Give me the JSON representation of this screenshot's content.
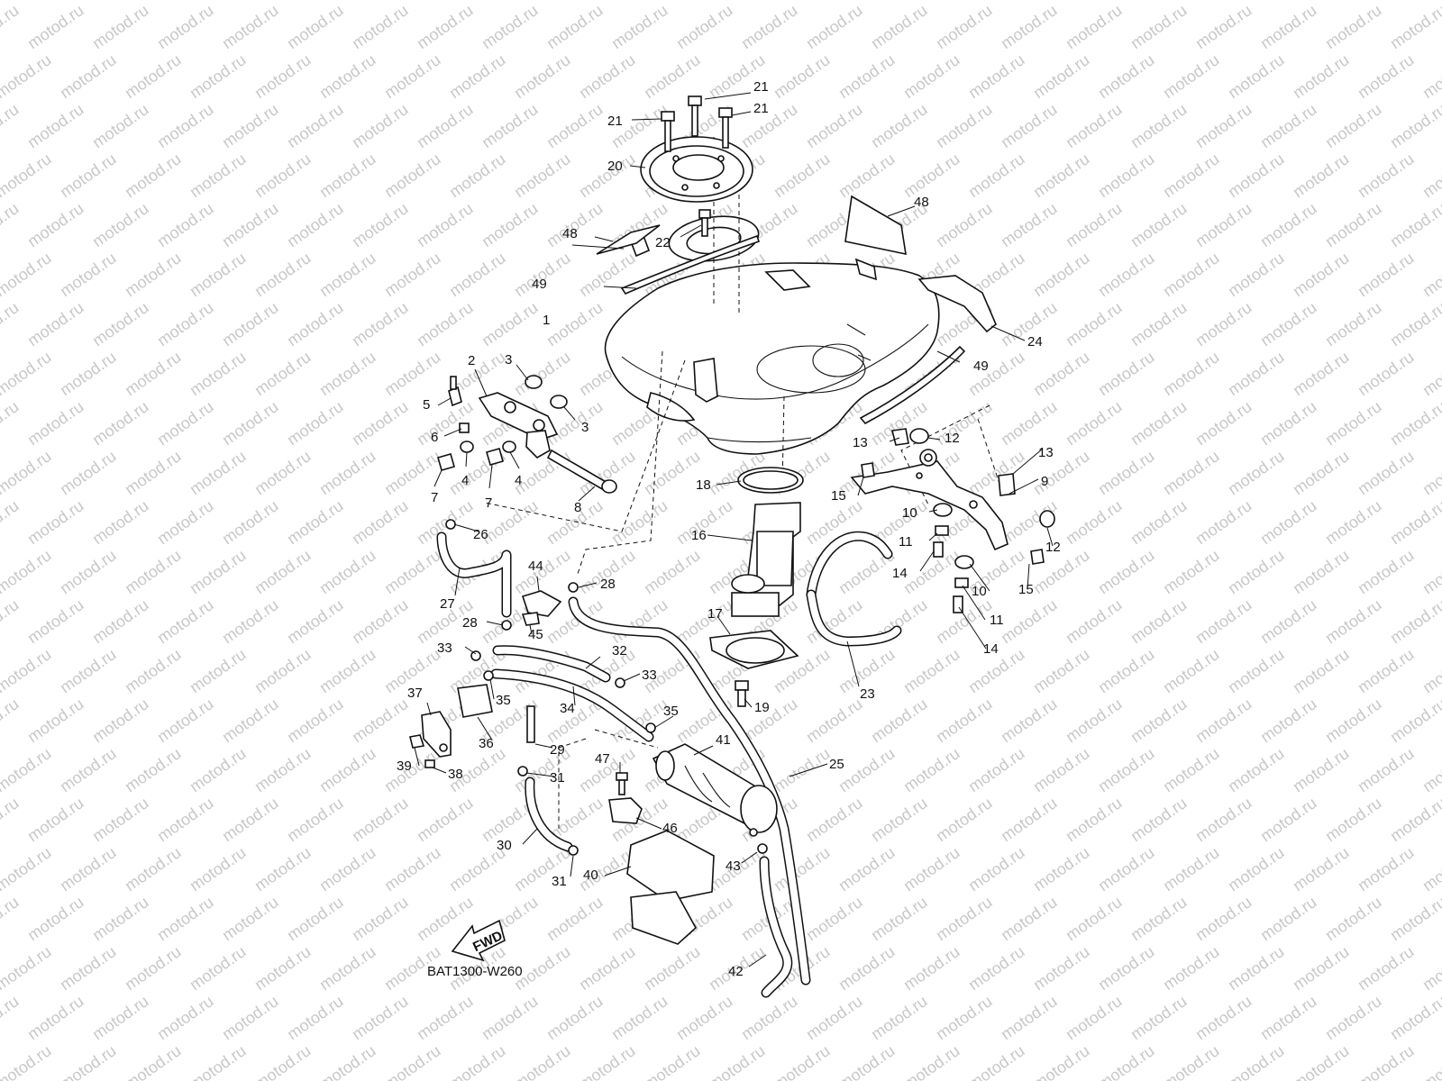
{
  "watermark": "motod.ru",
  "diagram_code": "BAT1300-W260",
  "fwd_label": "FWD",
  "callouts": [
    {
      "id": "c1",
      "label": "1"
    },
    {
      "id": "c2",
      "label": "2"
    },
    {
      "id": "c3a",
      "label": "3"
    },
    {
      "id": "c3b",
      "label": "3"
    },
    {
      "id": "c4a",
      "label": "4"
    },
    {
      "id": "c4b",
      "label": "4"
    },
    {
      "id": "c5",
      "label": "5"
    },
    {
      "id": "c6",
      "label": "6"
    },
    {
      "id": "c7a",
      "label": "7"
    },
    {
      "id": "c7b",
      "label": "7"
    },
    {
      "id": "c8",
      "label": "8"
    },
    {
      "id": "c9",
      "label": "9"
    },
    {
      "id": "c10a",
      "label": "10"
    },
    {
      "id": "c10b",
      "label": "10"
    },
    {
      "id": "c11a",
      "label": "11"
    },
    {
      "id": "c11b",
      "label": "11"
    },
    {
      "id": "c12a",
      "label": "12"
    },
    {
      "id": "c12b",
      "label": "12"
    },
    {
      "id": "c13a",
      "label": "13"
    },
    {
      "id": "c13b",
      "label": "13"
    },
    {
      "id": "c14a",
      "label": "14"
    },
    {
      "id": "c14b",
      "label": "14"
    },
    {
      "id": "c15a",
      "label": "15"
    },
    {
      "id": "c15b",
      "label": "15"
    },
    {
      "id": "c16",
      "label": "16"
    },
    {
      "id": "c17",
      "label": "17"
    },
    {
      "id": "c18",
      "label": "18"
    },
    {
      "id": "c19",
      "label": "19"
    },
    {
      "id": "c20",
      "label": "20"
    },
    {
      "id": "c21a",
      "label": "21"
    },
    {
      "id": "c21b",
      "label": "21"
    },
    {
      "id": "c21c",
      "label": "21"
    },
    {
      "id": "c22",
      "label": "22"
    },
    {
      "id": "c23",
      "label": "23"
    },
    {
      "id": "c24",
      "label": "24"
    },
    {
      "id": "c25",
      "label": "25"
    },
    {
      "id": "c26",
      "label": "26"
    },
    {
      "id": "c27",
      "label": "27"
    },
    {
      "id": "c28a",
      "label": "28"
    },
    {
      "id": "c28b",
      "label": "28"
    },
    {
      "id": "c29",
      "label": "29"
    },
    {
      "id": "c30",
      "label": "30"
    },
    {
      "id": "c31a",
      "label": "31"
    },
    {
      "id": "c31b",
      "label": "31"
    },
    {
      "id": "c32",
      "label": "32"
    },
    {
      "id": "c33a",
      "label": "33"
    },
    {
      "id": "c33b",
      "label": "33"
    },
    {
      "id": "c34",
      "label": "34"
    },
    {
      "id": "c35a",
      "label": "35"
    },
    {
      "id": "c35b",
      "label": "35"
    },
    {
      "id": "c36",
      "label": "36"
    },
    {
      "id": "c37",
      "label": "37"
    },
    {
      "id": "c38",
      "label": "38"
    },
    {
      "id": "c39",
      "label": "39"
    },
    {
      "id": "c40",
      "label": "40"
    },
    {
      "id": "c41",
      "label": "41"
    },
    {
      "id": "c42",
      "label": "42"
    },
    {
      "id": "c43",
      "label": "43"
    },
    {
      "id": "c44",
      "label": "44"
    },
    {
      "id": "c45",
      "label": "45"
    },
    {
      "id": "c46",
      "label": "46"
    },
    {
      "id": "c47",
      "label": "47"
    },
    {
      "id": "c48a",
      "label": "48"
    },
    {
      "id": "c48b",
      "label": "48"
    },
    {
      "id": "c49a",
      "label": "49"
    },
    {
      "id": "c49b",
      "label": "49"
    }
  ]
}
